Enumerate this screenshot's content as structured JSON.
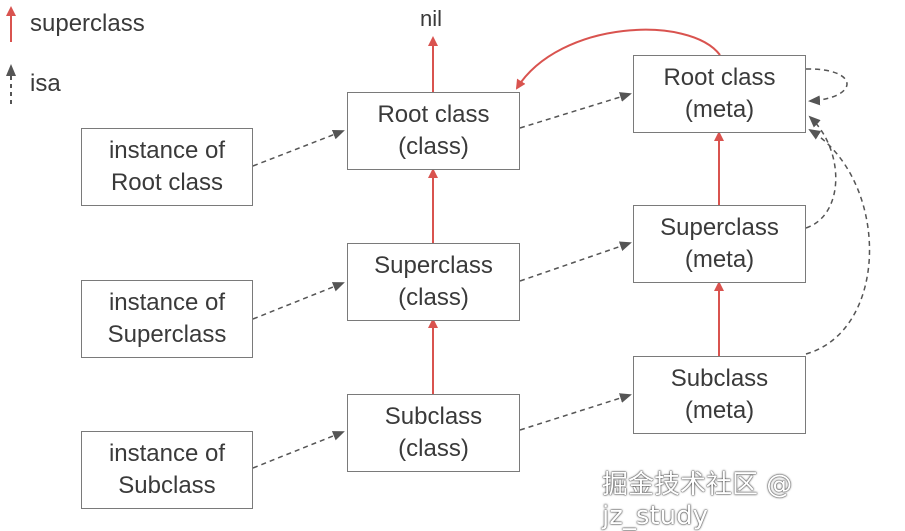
{
  "legend": {
    "superclass_label": "superclass",
    "isa_label": "isa"
  },
  "nil_label": "nil",
  "instances": {
    "root": [
      "instance of",
      "Root class"
    ],
    "super": [
      "instance of",
      "Superclass"
    ],
    "sub": [
      "instance of",
      "Subclass"
    ]
  },
  "classes": {
    "root": [
      "Root class",
      "(class)"
    ],
    "super": [
      "Superclass",
      "(class)"
    ],
    "sub": [
      "Subclass",
      "(class)"
    ]
  },
  "metas": {
    "root": [
      "Root class",
      "(meta)"
    ],
    "super": [
      "Superclass",
      "(meta)"
    ],
    "sub": [
      "Subclass",
      "(meta)"
    ]
  },
  "watermark": "掘金技术社区 @ jz_study",
  "colors": {
    "superclass_arrow": "#d9534f",
    "isa_arrow": "#555555",
    "box_border": "#7a7a7a",
    "text": "#3a3a3a"
  }
}
